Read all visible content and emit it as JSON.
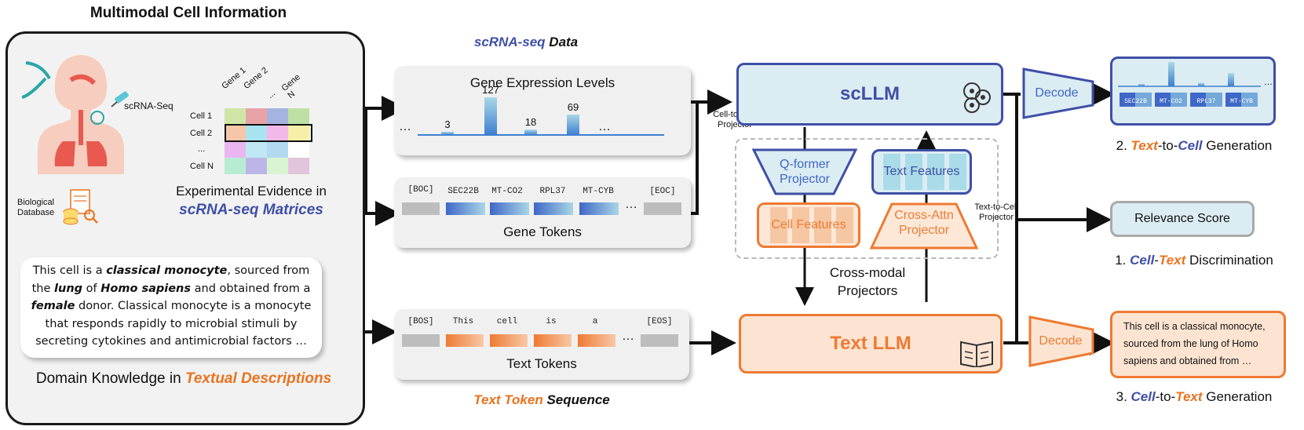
{
  "left_panel": {
    "title": "Multimodal Cell Information",
    "scrna_seq_label": "scRNA-Seq",
    "bio_db_label_1": "Biological",
    "bio_db_label_2": "Database",
    "matrix": {
      "columns": [
        "Gene 1",
        "Gene 2",
        "...",
        "Gene N"
      ],
      "rows": [
        "Cell 1",
        "Cell 2",
        "...",
        "Cell N"
      ]
    },
    "evidence_caption_1": "Experimental Evidence in",
    "evidence_caption_2": "scRNA-seq Matrices",
    "text_desc": {
      "l1a": "This cell is a ",
      "l1b": "classical monocyte",
      "l1c": ", sourced from",
      "l2a": "the ",
      "l2b": "lung",
      "l2c": " of ",
      "l2d": "Homo sapiens",
      "l2e": " and obtained from a",
      "l3a": "female",
      "l3b": " donor. Classical monocyte is a monocyte",
      "l4": "that responds rapidly to microbial stimuli by",
      "l5": "secreting cytokines and antimicrobial factors …"
    },
    "domain_caption_a": "Domain Knowledge in ",
    "domain_caption_b": "Textual Descriptions"
  },
  "middle": {
    "scrna_title_a": "scRNA-seq",
    "scrna_title_b": " Data",
    "gene_expr_title": "Gene Expression Levels",
    "bar_labels": [
      "3",
      "127",
      "18",
      "69"
    ],
    "ellipsis": "…",
    "gene_tokens_title": "Gene Tokens",
    "gene_token_labels": [
      "[BOC]",
      "SEC22B",
      "MT-CO2",
      "RPL37",
      "MT-CYB",
      "[EOC]"
    ],
    "text_tokens_title": "Text Tokens",
    "text_token_labels": [
      "[BOS]",
      "This",
      "cell",
      "is",
      "a",
      "[EOS]"
    ],
    "text_seq_title_a": "Text Token",
    "text_seq_title_b": " Sequence"
  },
  "chart_data": {
    "type": "bar",
    "categories": [
      "",
      "",
      "",
      ""
    ],
    "values": [
      3,
      127,
      18,
      69
    ],
    "title": "Gene Expression Levels",
    "xlabel": "",
    "ylabel": "",
    "ylim": [
      0,
      140
    ]
  },
  "right": {
    "scllm": "scLLM",
    "text_llm": "Text LLM",
    "qformer_1": "Q-former",
    "qformer_2": "Projector",
    "text_features": "Text Features",
    "cell_features": "Cell Features",
    "cross_attn_1": "Cross-Attn",
    "cross_attn_2": "Projector",
    "cell_to_text_1": "Cell-to-Text",
    "cell_to_text_2": "Projector",
    "text_to_cell_1": "Text-to-Cell",
    "text_to_cell_2": "Projector",
    "cross_modal_1": "Cross-modal",
    "cross_modal_2": "Projectors",
    "decode": "Decode",
    "mini_genes": [
      "SEC22B",
      "MT-CO2",
      "RPL37",
      "MT-CYB"
    ],
    "mini_values": [
      3,
      127,
      18,
      69
    ],
    "relevance": "Relevance Score",
    "task2": {
      "n": "2. ",
      "a": "Text",
      "b": "-to-",
      "c": "Cell",
      "d": " Generation"
    },
    "task1": {
      "n": "1. ",
      "a": "Cell",
      "b": "-",
      "c": "Text",
      "d": " Discrimination"
    },
    "task3": {
      "n": "3. ",
      "a": "Cell",
      "b": "-to-",
      "c": "Text",
      "d": " Generation"
    },
    "out_text_1": "This cell is a classical monocyte,",
    "out_text_2": "sourced from the lung of Homo",
    "out_text_3": "sapiens  and obtained from …"
  }
}
